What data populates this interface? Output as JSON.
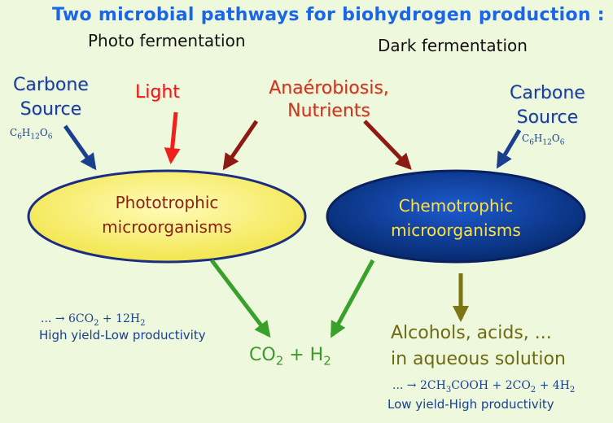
{
  "title": "Two microbial pathways for biohydrogen production :",
  "photo_label": "Photo fermentation",
  "dark_label": "Dark fermentation",
  "carbone_left": {
    "line1": "Carbone",
    "line2": "Source"
  },
  "carbone_right": {
    "line1": "Carbone",
    "line2": "Source"
  },
  "glucose_formula": {
    "c": "C",
    "c_n": "6",
    "h": "H",
    "h_n": "12",
    "o": "O",
    "o_n": "6"
  },
  "light": "Light",
  "anaerobiosis": {
    "line1": "Anaérobiosis,",
    "line2": "Nutrients"
  },
  "phototrophic": {
    "line1": "Phototrophic",
    "line2": "microorganisms"
  },
  "chemotrophic": {
    "line1": "Chemotrophic",
    "line2": "microorganisms"
  },
  "photo_equation": {
    "prefix": "... → 6CO",
    "co2_n": "2",
    "mid": " + 12H",
    "h2_n": "2"
  },
  "photo_yield": "High yield-Low productivity",
  "products_gas": {
    "co": "CO",
    "co_n": "2",
    "plus_h": " + H",
    "h_n": "2"
  },
  "products_liquid": {
    "line1": "Alcohols, acids, ...",
    "line2": "in aqueous solution"
  },
  "dark_equation": {
    "prefix": "... → 2CH",
    "ch3_n": "3",
    "mid1": "COOH + 2CO",
    "co2_n": "2",
    "mid2": " + 4H",
    "h2_n": "2"
  },
  "dark_yield": "Low yield-High productivity",
  "colors": {
    "title": "#1a66e6",
    "carbone": "#1a3f8f",
    "light": "#e31b1b",
    "anaerobiosis": "#c23a22",
    "photo_ellipse": "#f7ef7a",
    "chemo_ellipse": "#0c3d96",
    "products_gas": "#3a9a2a",
    "products_liquid": "#6e6a14"
  }
}
